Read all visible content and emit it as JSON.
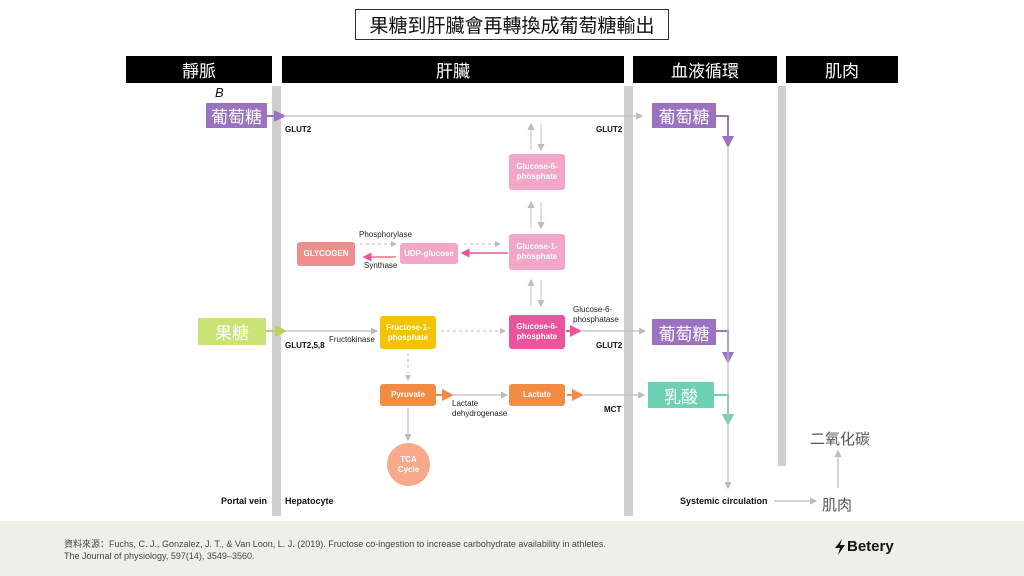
{
  "title": "果糖到肝臟會再轉換成葡萄糖輸出",
  "columns": [
    "靜脈",
    "肝臟",
    "血液循環",
    "肌肉"
  ],
  "panel_letter": "B",
  "inputs": {
    "glucose": "葡萄糖",
    "fructose": "果糖"
  },
  "outputs": {
    "glucose_top": "葡萄糖",
    "glucose_mid": "葡萄糖",
    "lactate": "乳酸",
    "co2": "二氧化碳",
    "muscle": "肌肉"
  },
  "nodes": {
    "g6p_top": "Glucose-6-\nphosphate",
    "g1p": "Glucose-1-\nphosphate",
    "udp": "UDP-glucose",
    "glycogen": "GLYCOGEN",
    "f1p": "Fructose-1-\nphosphate",
    "g6p_mid": "Glucose-6-\nphosphate",
    "pyruvate": "Pyruvate",
    "lactate": "Lactate",
    "tca": "TCA\nCycle"
  },
  "labels": {
    "glut2_top_left": "GLUT2",
    "glut2_top_right": "GLUT2",
    "glut258": "GLUT2,5,8",
    "glut2_mid_right": "GLUT2",
    "mct": "MCT",
    "phosphorylase": "Phosphorylase",
    "synthase": "Synthase",
    "fructokinase": "Fructokinase",
    "g6pase": "Glucose-6-\nphosphatase",
    "ldh": "Lactate\ndehydrogenase",
    "portal_vein": "Portal vein",
    "hepatocyte": "Hepatocyte",
    "systemic": "Systemic circulation"
  },
  "footer": {
    "citation_line1": "資料來源：Fuchs, C. J., Gonzalez, J. T., & Van Loon, L. J. (2019). Fructose co-ingestion to increase carbohydrate availability in athletes.",
    "citation_line2": "The Journal of physiology, 597(14), 3549–3560.",
    "brand": "Betery"
  },
  "colors": {
    "purple": "#9b72c0",
    "lime": "#c9e374",
    "pink_light": "#f3a7c8",
    "pink": "#e8559a",
    "salmon": "#f08e8e",
    "yellow": "#f3c300",
    "orange": "#f28b45",
    "peach": "#f7a98a",
    "teal": "#6ed1b4"
  }
}
